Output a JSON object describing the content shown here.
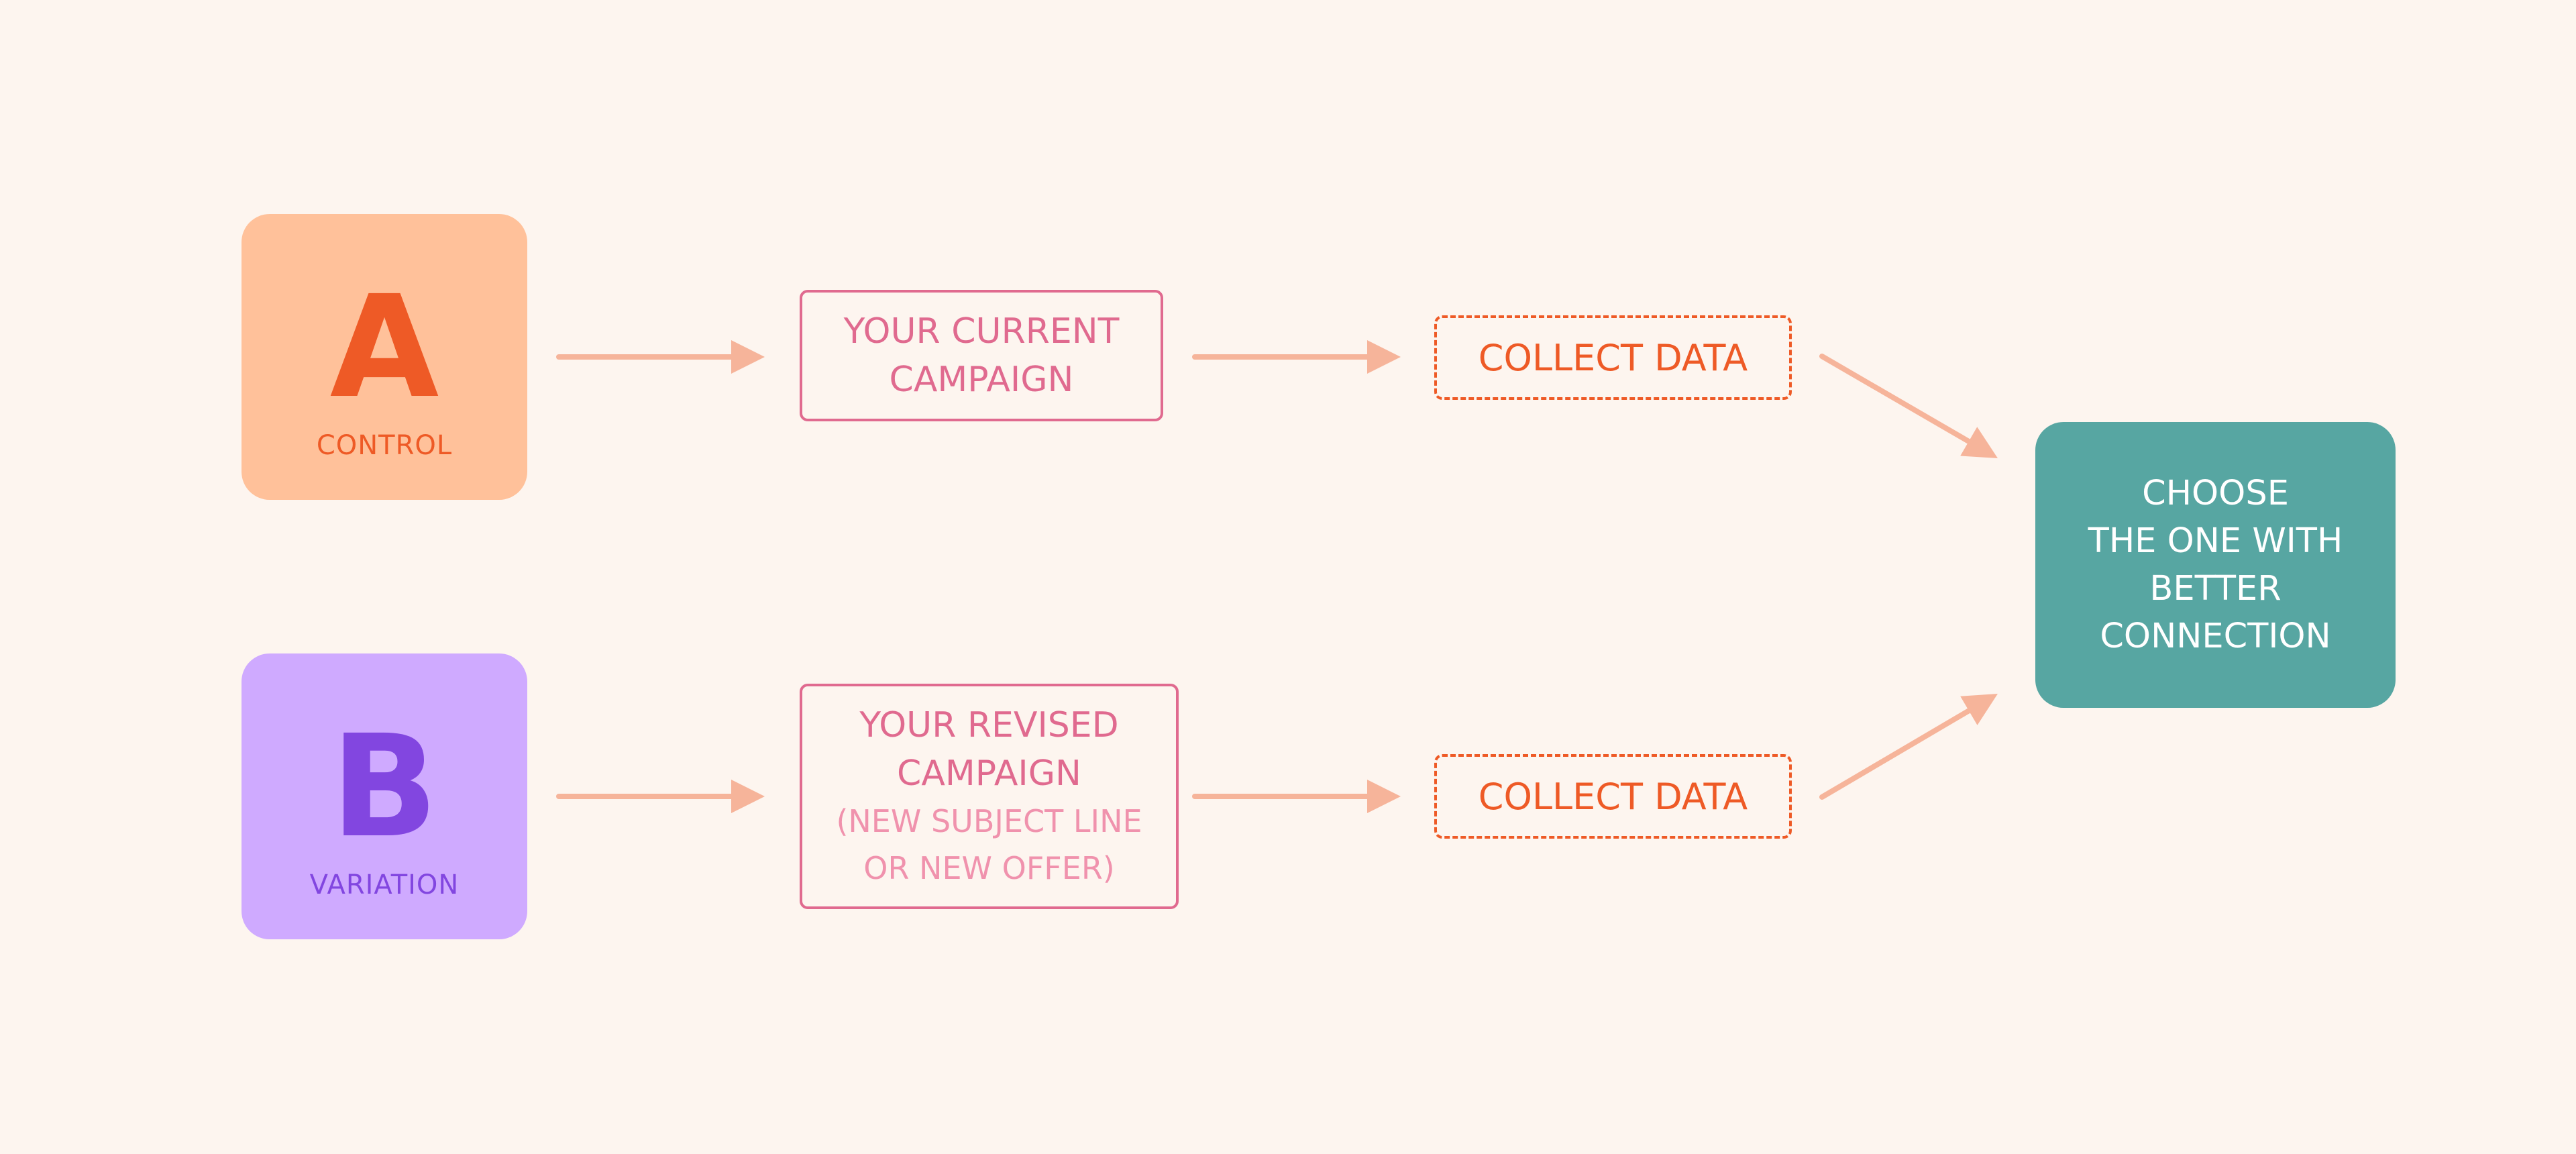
{
  "colors": {
    "background": "#fdf5ef",
    "arrow": "#f6b49a",
    "control_fill": "#ffc19a",
    "control_text": "#ee5a26",
    "variation_fill": "#cfaaff",
    "variation_text": "#8246e0",
    "campaign_border": "#e06a8f",
    "campaign_subtext": "#f092ad",
    "collect_border": "#ee5a26",
    "result_fill": "#57a6a2",
    "result_text": "#ffffff"
  },
  "control": {
    "letter": "A",
    "label": "CONTROL"
  },
  "variation": {
    "letter": "B",
    "label": "VARIATION"
  },
  "current_campaign": {
    "lines": [
      "YOUR CURRENT",
      "CAMPAIGN"
    ]
  },
  "revised_campaign": {
    "lines": [
      "YOUR REVISED",
      "CAMPAIGN"
    ],
    "sub_lines": [
      "(NEW SUBJECT LINE",
      "OR NEW OFFER)"
    ]
  },
  "collect_top": {
    "label": "COLLECT DATA"
  },
  "collect_bottom": {
    "label": "COLLECT DATA"
  },
  "result": {
    "lines": [
      "CHOOSE",
      "THE ONE WITH",
      "BETTER",
      "CONNECTION"
    ]
  },
  "arrows": [
    {
      "name": "arrow-a-to-current",
      "from": "control",
      "to": "current_campaign"
    },
    {
      "name": "arrow-current-to-collect",
      "from": "current_campaign",
      "to": "collect_top"
    },
    {
      "name": "arrow-collect-top-to-result",
      "from": "collect_top",
      "to": "result"
    },
    {
      "name": "arrow-b-to-revised",
      "from": "variation",
      "to": "revised_campaign"
    },
    {
      "name": "arrow-revised-to-collect",
      "from": "revised_campaign",
      "to": "collect_bottom"
    },
    {
      "name": "arrow-collect-bottom-to-result",
      "from": "collect_bottom",
      "to": "result"
    }
  ]
}
